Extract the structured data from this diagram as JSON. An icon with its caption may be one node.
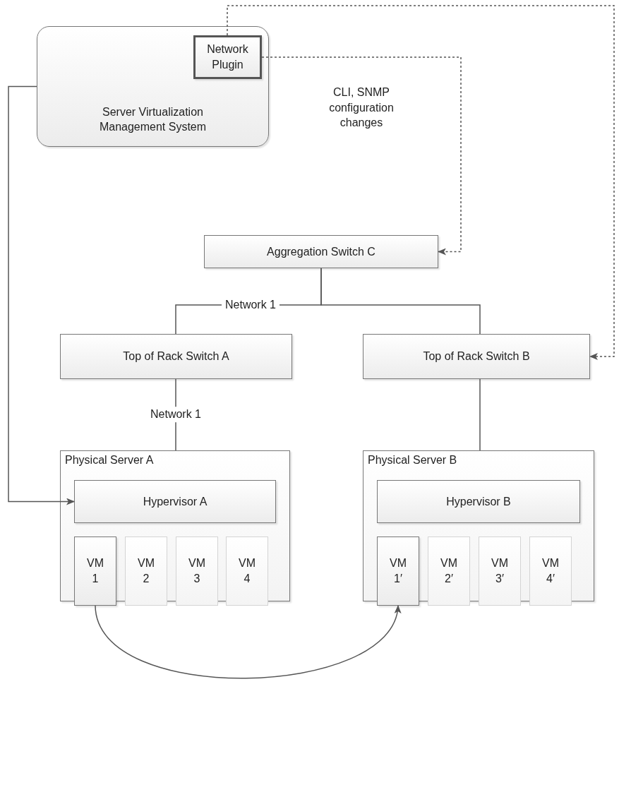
{
  "diagram": {
    "nodes": [
      {
        "text": [
          "Server Virtualization Management System"
        ]
      },
      {
        "text": [
          "Network Plugin"
        ],
        "in": 0
      },
      {
        "text": [
          "Aggregation Switch C"
        ]
      },
      {
        "text": [
          "Top of Rack Switch A"
        ]
      },
      {
        "text": [
          "Top of Rack Switch B"
        ]
      },
      {
        "text": [
          "Physical Server A"
        ]
      },
      {
        "text": [
          "Hypervisor A"
        ],
        "in": 5
      },
      {
        "text": [
          "VM 1"
        ],
        "in": 5
      },
      {
        "text": [
          "VM 2"
        ],
        "in": 5
      },
      {
        "text": [
          "VM 3"
        ],
        "in": 5
      },
      {
        "text": [
          "VM 4"
        ],
        "in": 5
      },
      {
        "text": [
          "Physical Server B"
        ]
      },
      {
        "text": [
          "Hypervisor B"
        ],
        "in": 11
      },
      {
        "text": [
          "VM 1′"
        ],
        "in": 11
      },
      {
        "text": [
          "VM 2′"
        ],
        "in": 11
      },
      {
        "text": [
          "VM 3′"
        ],
        "in": 11
      },
      {
        "text": [
          "VM 4′"
        ],
        "in": 11
      }
    ],
    "edges": [
      {
        "from": 0,
        "to": 6,
        "arrow": "to"
      },
      {
        "from": 1,
        "to": 2,
        "arrow": "to",
        "style": "dashed",
        "label": "CLI, SNMP configuration changes"
      },
      {
        "from": 1,
        "to": 4,
        "arrow": "to",
        "style": "dashed"
      },
      {
        "from": 2,
        "to": 3,
        "arrow": "none",
        "label": "Network 1"
      },
      {
        "from": 2,
        "to": 4,
        "arrow": "none"
      },
      {
        "from": 3,
        "to": 5,
        "arrow": "none",
        "label": "Network 1"
      },
      {
        "from": 4,
        "to": 11,
        "arrow": "none"
      },
      {
        "from": 7,
        "to": 13,
        "arrow": "to"
      }
    ]
  }
}
